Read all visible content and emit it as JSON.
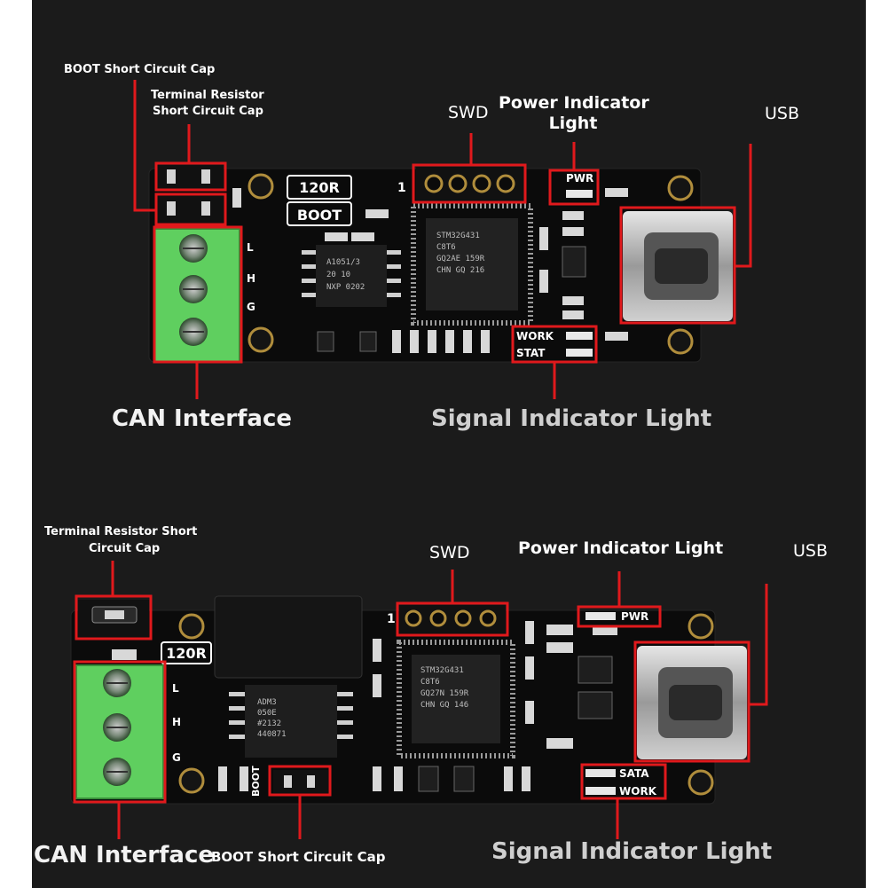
{
  "top_board": {
    "labels": {
      "boot_cap": "BOOT Short Circuit Cap",
      "terminal_cap_line1": "Terminal Resistor",
      "terminal_cap_line2": "Short Circuit Cap",
      "swd": "SWD",
      "power_light_line1": "Power Indicator",
      "power_light_line2": "Light",
      "usb": "USB",
      "can_interface": "CAN Interface",
      "signal_light": "Signal Indicator Light"
    },
    "silkscreen": {
      "r120": "120R",
      "boot": "BOOT",
      "pin1": "1",
      "pwr": "PWR",
      "work": "WORK",
      "stat": "STAT",
      "l": "L",
      "h": "H",
      "g": "G"
    },
    "mcu_marking": [
      "STM32G431",
      "C8T6",
      "GQ2AE 159R",
      "CHN GQ 216"
    ],
    "transceiver_marking": [
      "A1051/3",
      "20 10",
      "NXP 0202"
    ]
  },
  "bottom_board": {
    "labels": {
      "terminal_cap_line1": "Terminal Resistor Short",
      "terminal_cap_line2": "Circuit Cap",
      "swd": "SWD",
      "power_light": "Power Indicator Light",
      "usb": "USB",
      "can_interface": "CAN Interface",
      "boot_cap": "BOOT Short Circuit Cap",
      "signal_light": "Signal Indicator Light"
    },
    "silkscreen": {
      "r120": "120R",
      "pin1": "1",
      "pwr": "PWR",
      "sata": "SATA",
      "work": "WORK",
      "boot": "BOOT",
      "l": "L",
      "h": "H",
      "g": "G"
    },
    "mcu_marking": [
      "STM32G431",
      "C8T6",
      "GQ27N 159R",
      "CHN GQ 146"
    ],
    "transceiver_marking": [
      "ADM3",
      "050E",
      "#2132",
      "440871"
    ]
  },
  "colors": {
    "background": "#1b1b1b",
    "pcb": "#0b0b0b",
    "highlight": "#e0191c",
    "terminal_block": "#5fcf5f",
    "gold_pad": "#b08d3c"
  }
}
